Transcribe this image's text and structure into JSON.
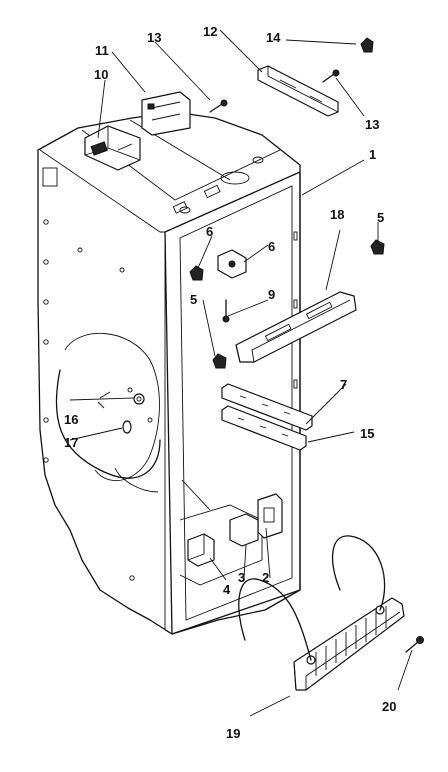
{
  "callouts": {
    "c1": "1",
    "c2": "2",
    "c3": "3",
    "c4": "4",
    "c5a": "5",
    "c5b": "5",
    "c6a": "6",
    "c6b": "6",
    "c7": "7",
    "c9": "9",
    "c10": "10",
    "c11": "11",
    "c12": "12",
    "c13a": "13",
    "c13b": "13",
    "c14": "14",
    "c15": "15",
    "c16": "16",
    "c17": "17",
    "c18": "18",
    "c19": "19",
    "c20": "20"
  },
  "colors": {
    "ink": "#111111",
    "paper": "#ffffff"
  }
}
